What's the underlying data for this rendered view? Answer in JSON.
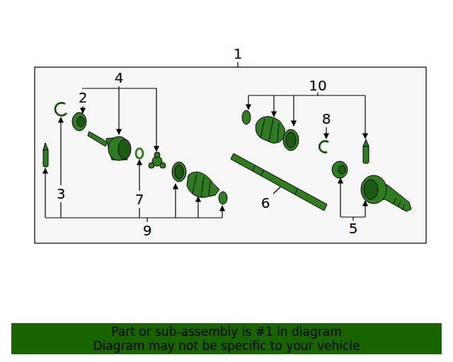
{
  "diagram": {
    "nodes": [
      {
        "text": [
          "Part or sub-assembly is #1 in diagram",
          "Diagram may not be specific to your vehicle"
        ]
      }
    ],
    "labels": [
      "1",
      "2",
      "3",
      "4",
      "5",
      "6",
      "7",
      "8",
      "9",
      "10"
    ]
  }
}
